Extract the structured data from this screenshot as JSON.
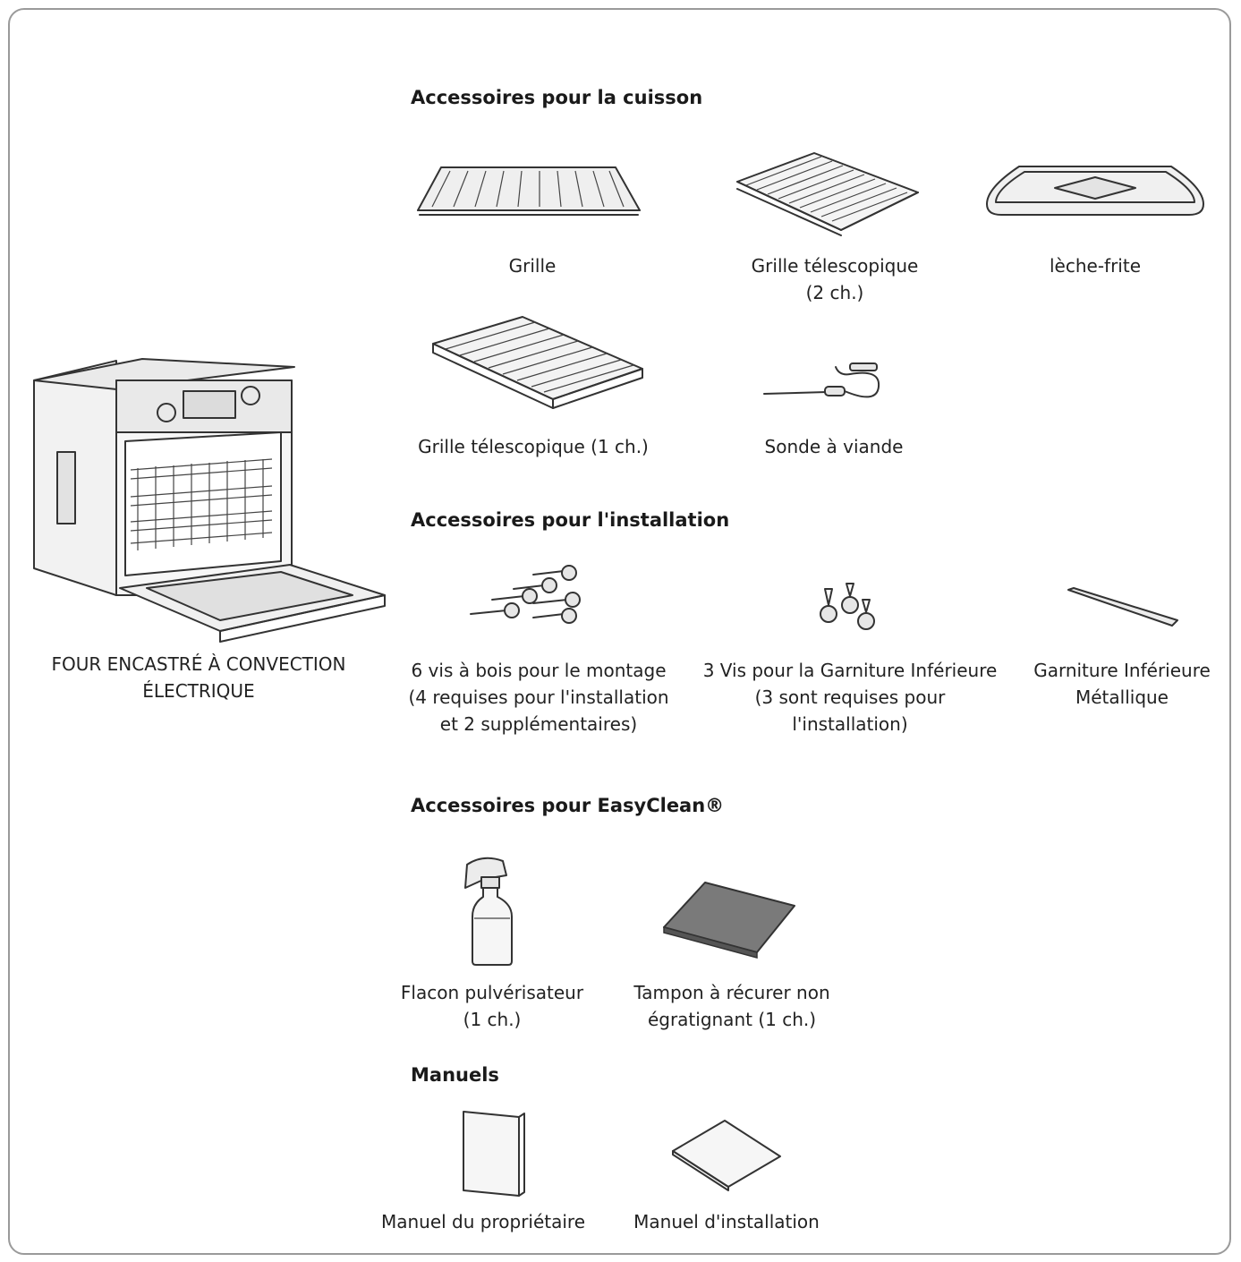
{
  "oven": {
    "caption_lines": [
      "FOUR ENCASTRÉ À CONVECTION",
      "ÉLECTRIQUE"
    ]
  },
  "sections": {
    "cooking": {
      "heading": "Accessoires pour la cuisson",
      "items": [
        {
          "icon": "flat-rack-icon",
          "lines": [
            "Grille"
          ]
        },
        {
          "icon": "glide-rack-2-icon",
          "lines": [
            "Grille télescopique",
            "(2 ch.)"
          ]
        },
        {
          "icon": "broiler-pan-icon",
          "lines": [
            "lèche-frite"
          ]
        },
        {
          "icon": "glide-rack-1-icon",
          "lines": [
            "Grille télescopique (1 ch.)"
          ]
        },
        {
          "icon": "meat-probe-icon",
          "lines": [
            "Sonde à viande"
          ]
        }
      ]
    },
    "installation": {
      "heading": "Accessoires pour l'installation",
      "items": [
        {
          "icon": "wood-screws-icon",
          "lines": [
            "6 vis à bois pour le montage",
            "(4 requises pour l'installation",
            "et 2 supplémentaires)"
          ]
        },
        {
          "icon": "trim-screws-icon",
          "lines": [
            "3 Vis pour la Garniture Inférieure",
            "(3 sont requises pour",
            "l'installation)"
          ]
        },
        {
          "icon": "metal-trim-icon",
          "lines": [
            "Garniture Inférieure",
            "Métallique"
          ]
        }
      ]
    },
    "easyclean": {
      "heading": "Accessoires pour EasyClean®",
      "items": [
        {
          "icon": "spray-bottle-icon",
          "lines": [
            "Flacon pulvérisateur",
            "(1 ch.)"
          ]
        },
        {
          "icon": "scrub-pad-icon",
          "lines": [
            "Tampon à récurer non",
            "égratignant (1 ch.)"
          ]
        }
      ]
    },
    "manuals": {
      "heading": "Manuels",
      "items": [
        {
          "icon": "owners-manual-icon",
          "lines": [
            "Manuel du propriétaire"
          ]
        },
        {
          "icon": "installation-manual-icon",
          "lines": [
            "Manuel d'installation"
          ]
        }
      ]
    }
  }
}
